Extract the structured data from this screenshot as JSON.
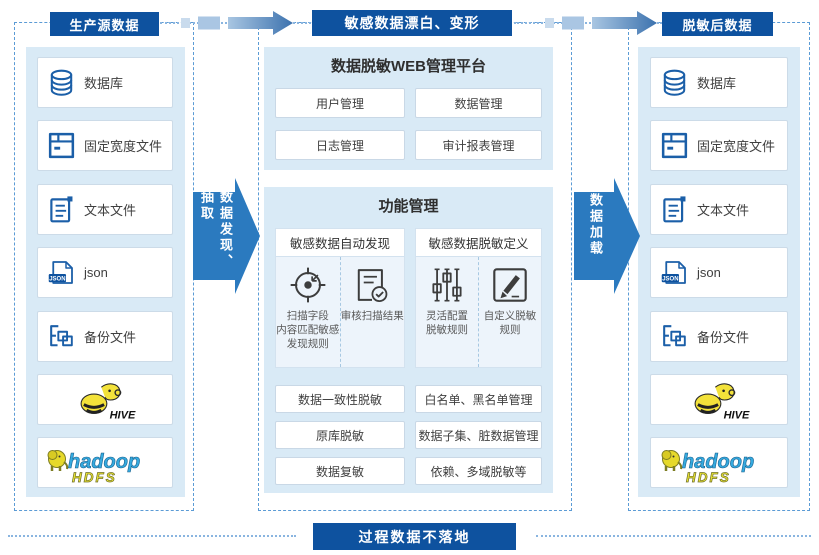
{
  "palette": {
    "header_bg": "#0e529f",
    "arrow_blue": "#2b7abf",
    "panel_bg": "#d9eaf6",
    "dashed_border": "#5b9bd5",
    "icon_blue": "#1b5fa8",
    "icon_dark": "#3d3d3d"
  },
  "icons": {
    "json_badge": "JSON"
  },
  "left_column": {
    "title": "生产源数据",
    "items": [
      {
        "icon": "database-icon",
        "label": "数据库"
      },
      {
        "icon": "fixed-width-file-icon",
        "label": "固定宽度文件"
      },
      {
        "icon": "text-file-icon",
        "label": "文本文件"
      },
      {
        "icon": "json-file-icon",
        "label": "json"
      },
      {
        "icon": "backup-file-icon",
        "label": "备份文件"
      },
      {
        "icon": "hive-logo",
        "label": "HIVE"
      },
      {
        "icon": "hadoop-hdfs-logo",
        "label": "hadoop",
        "sublabel": "HDFS"
      }
    ]
  },
  "center_column": {
    "title": "敏感数据漂白、变形",
    "web_platform": {
      "title": "数据脱敏WEB管理平台",
      "buttons": [
        "用户管理",
        "数据管理",
        "日志管理",
        "审计报表管理"
      ]
    },
    "function_mgmt": {
      "title": "功能管理",
      "groups": [
        {
          "header": "敏感数据自动发现",
          "cells": [
            {
              "icon": "target-scan-icon",
              "caption": "扫描字段\n内容匹配敏感\n发现规则"
            },
            {
              "icon": "audit-result-icon",
              "caption": "审核扫描结果"
            }
          ]
        },
        {
          "header": "敏感数据脱敏定义",
          "cells": [
            {
              "icon": "sliders-icon",
              "caption": "灵活配置\n脱敏规则"
            },
            {
              "icon": "custom-edit-icon",
              "caption": "自定义脱敏\n规则"
            }
          ]
        }
      ],
      "buttons": [
        "数据一致性脱敏",
        "白名单、黑名单管理",
        "原库脱敏",
        "数据子集、脏数据管理",
        "数据复敏",
        "依赖、多域脱敏等"
      ]
    }
  },
  "right_column": {
    "title": "脱敏后数据",
    "items": [
      {
        "icon": "database-icon",
        "label": "数据库"
      },
      {
        "icon": "fixed-width-file-icon",
        "label": "固定宽度文件"
      },
      {
        "icon": "text-file-icon",
        "label": "文本文件"
      },
      {
        "icon": "json-file-icon",
        "label": "json"
      },
      {
        "icon": "backup-file-icon",
        "label": "备份文件"
      },
      {
        "icon": "hive-logo",
        "label": "HIVE"
      },
      {
        "icon": "hadoop-hdfs-logo",
        "label": "hadoop",
        "sublabel": "HDFS"
      }
    ]
  },
  "flows": {
    "extract": {
      "col_left": "抽取",
      "col_right": "数据发现、"
    },
    "load": {
      "text": "数据加载"
    }
  },
  "footer": {
    "label": "过程数据不落地"
  }
}
